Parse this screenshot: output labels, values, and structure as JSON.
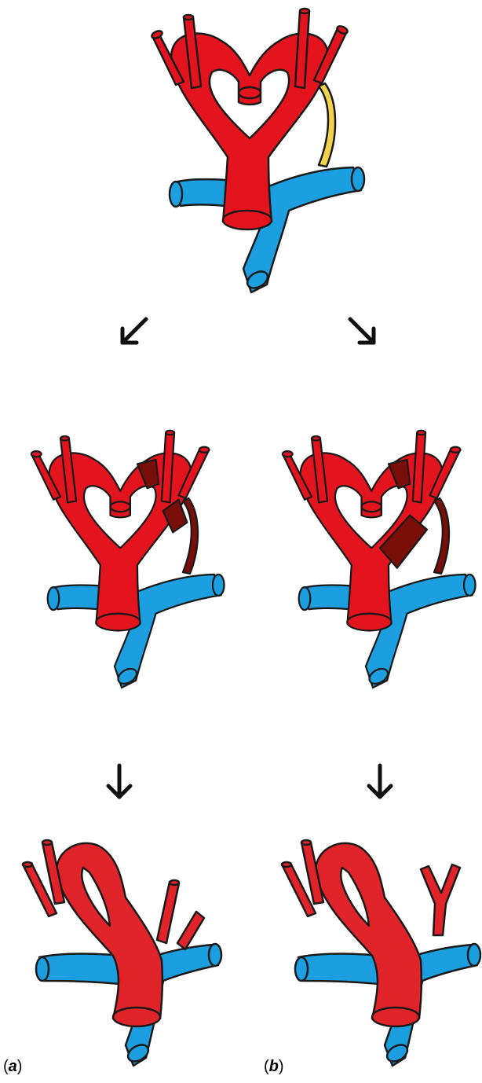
{
  "labels": {
    "a": "a",
    "b": "b"
  },
  "colors": {
    "artery": "#e3141d",
    "artery_lower": "#e0242a",
    "regressed": "#7a0f0a",
    "vein": "#1b9fe0",
    "duct": "#f2d24a",
    "outline": "#1a1a1a"
  },
  "arrows": [
    {
      "name": "arrow-top-left",
      "direction": "down-left"
    },
    {
      "name": "arrow-top-right",
      "direction": "down-right"
    },
    {
      "name": "arrow-bottom-left",
      "direction": "down"
    },
    {
      "name": "arrow-bottom-right",
      "direction": "down"
    }
  ]
}
